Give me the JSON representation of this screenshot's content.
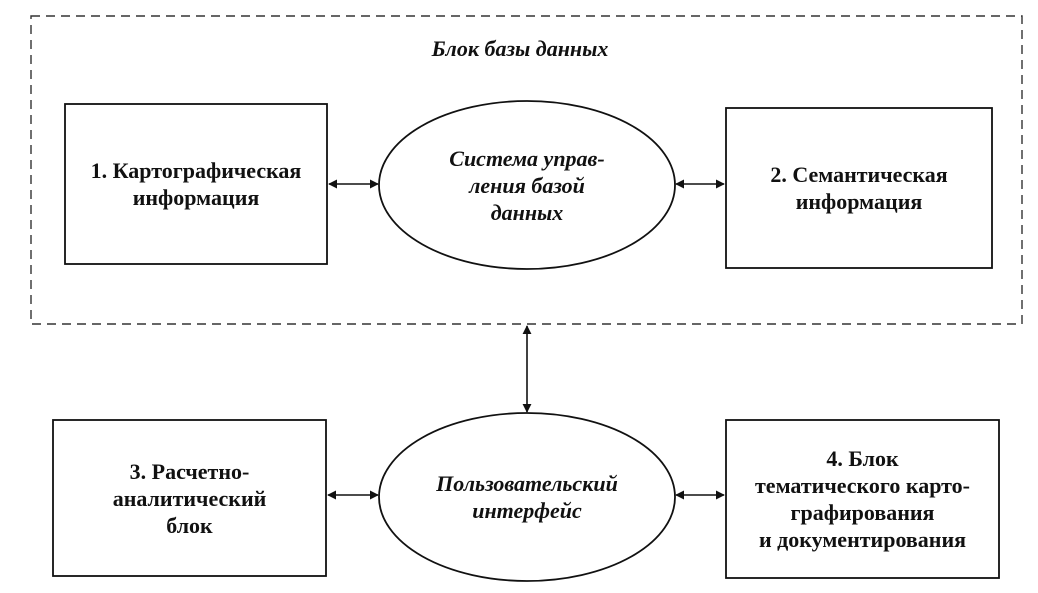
{
  "diagram": {
    "container": {
      "title": "Блок базы данных"
    },
    "nodes": {
      "cartographic": {
        "lines": [
          "1. Картографическая",
          "информация"
        ]
      },
      "dbms": {
        "lines": [
          "Система управ-",
          "ления базой",
          "данных"
        ]
      },
      "semantic": {
        "lines": [
          "2. Семантическая",
          "информация"
        ]
      },
      "analytic": {
        "lines": [
          "3. Расчетно-",
          "аналитический",
          "блок"
        ]
      },
      "ui": {
        "lines": [
          "Пользовательский",
          "интерфейс"
        ]
      },
      "thematic": {
        "lines": [
          "4. Блок",
          "тематического карто-",
          "графирования",
          "и документирования"
        ]
      }
    },
    "edges": [
      {
        "from": "cartographic",
        "to": "dbms",
        "direction": "both"
      },
      {
        "from": "dbms",
        "to": "semantic",
        "direction": "both"
      },
      {
        "from": "container",
        "to": "ui",
        "direction": "both"
      },
      {
        "from": "analytic",
        "to": "ui",
        "direction": "both"
      },
      {
        "from": "ui",
        "to": "thematic",
        "direction": "both"
      }
    ]
  }
}
